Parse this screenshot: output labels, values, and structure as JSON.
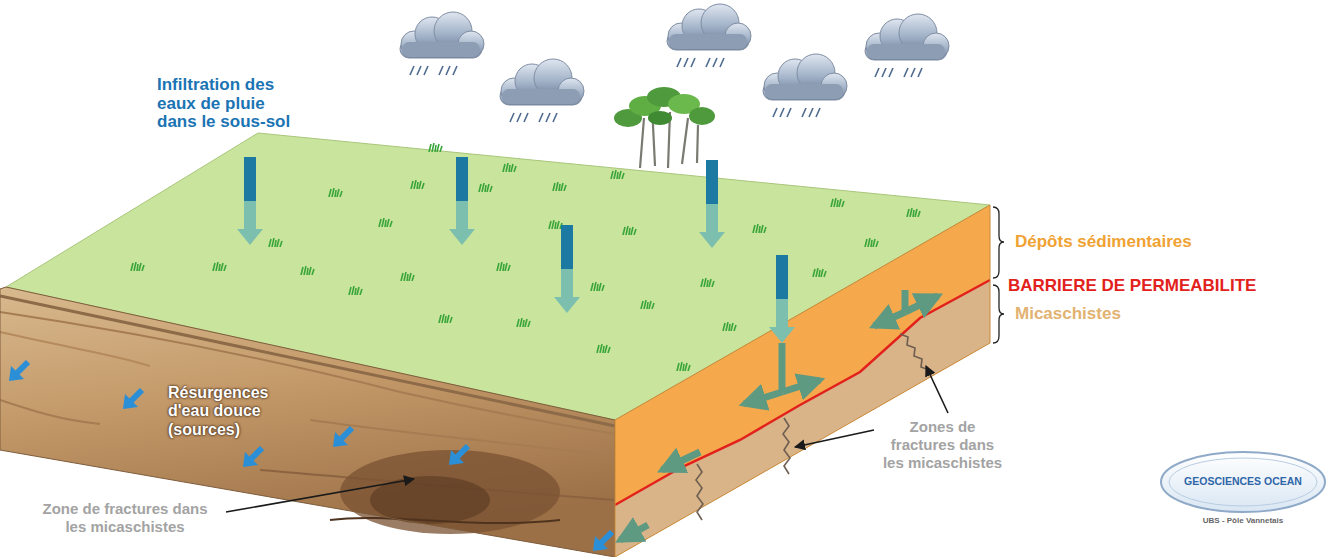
{
  "diagram": {
    "labels": [
      "Infiltration des eaux de pluie dans le sous-sol",
      "Dépôts sédimentaires",
      "BARRIERE DE PERMEABILITE",
      "Micaschistes",
      "Résurgences d'eau douce (sources)",
      "Zones de fractures dans les micaschistes",
      "Zone de fractures dans les micaschistes",
      "GEOSCIENCES OCEAN",
      "UBS - Pôle Vannetais"
    ]
  }
}
